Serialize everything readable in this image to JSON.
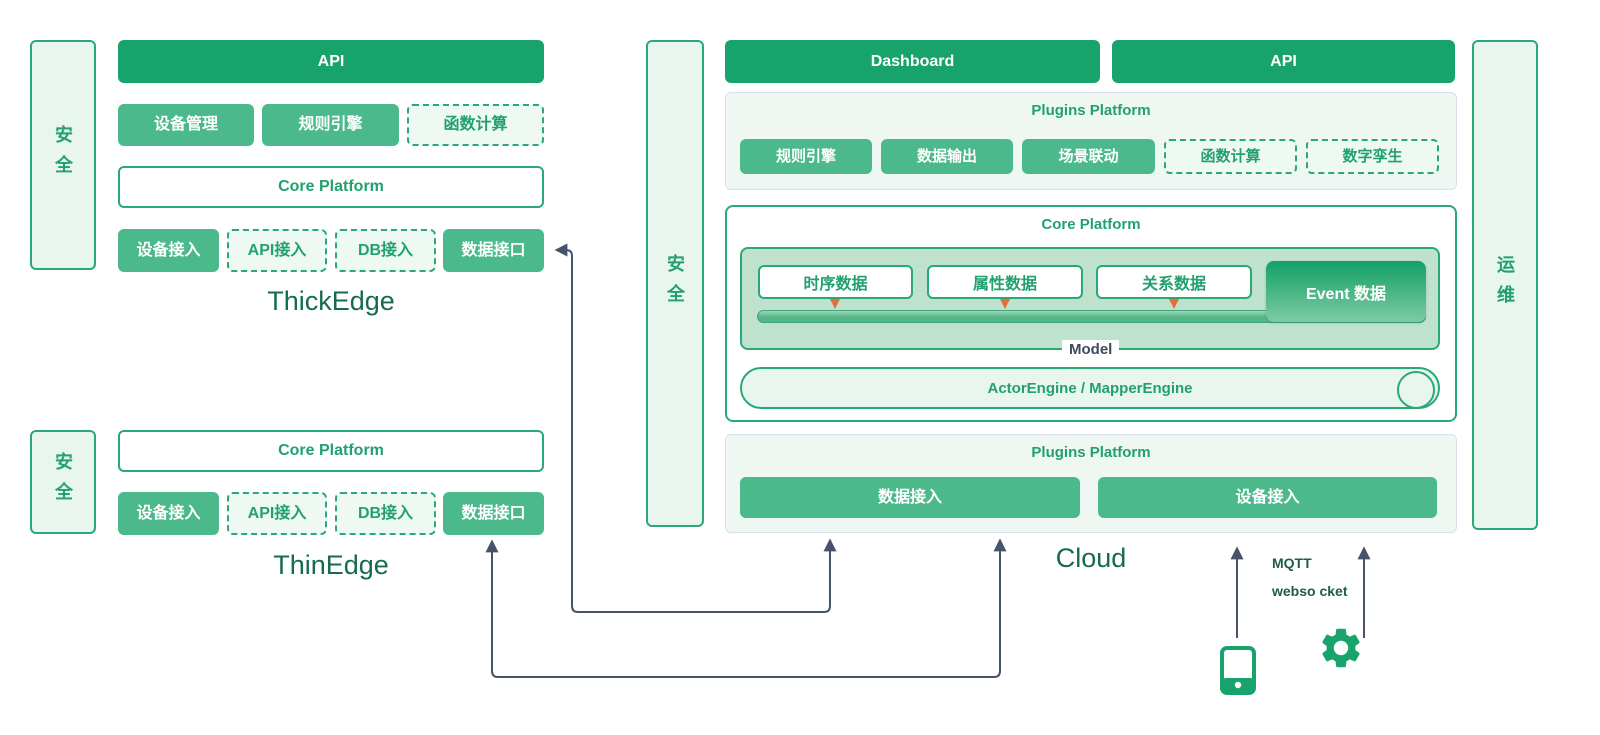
{
  "labels": {
    "thickedge": "ThickEdge",
    "thinedge": "ThinEdge",
    "cloud": "Cloud"
  },
  "thickedge": {
    "security": "安全",
    "api": "API",
    "modules": [
      {
        "label": "设备管理",
        "style": "solid"
      },
      {
        "label": "规则引擎",
        "style": "solid"
      },
      {
        "label": "函数计算",
        "style": "dashed"
      }
    ],
    "core": "Core Platform",
    "access": [
      {
        "label": "设备接入",
        "style": "solid"
      },
      {
        "label": "API接入",
        "style": "dashed"
      },
      {
        "label": "DB接入",
        "style": "dashed"
      },
      {
        "label": "数据接口",
        "style": "solid"
      }
    ]
  },
  "thinedge": {
    "security": "安全",
    "core": "Core Platform",
    "access": [
      {
        "label": "设备接入",
        "style": "solid"
      },
      {
        "label": "API接入",
        "style": "dashed"
      },
      {
        "label": "DB接入",
        "style": "dashed"
      },
      {
        "label": "数据接口",
        "style": "solid"
      }
    ]
  },
  "cloud": {
    "security": "安全",
    "ops": "运维",
    "dashboard": "Dashboard",
    "api": "API",
    "plugins_top": {
      "title": "Plugins Platform",
      "items": [
        {
          "label": "规则引擎",
          "style": "solid"
        },
        {
          "label": "数据输出",
          "style": "solid"
        },
        {
          "label": "场景联动",
          "style": "solid"
        },
        {
          "label": "函数计算",
          "style": "dashed"
        },
        {
          "label": "数字孪生",
          "style": "dashed"
        }
      ]
    },
    "core": {
      "title": "Core Platform",
      "model": {
        "boxes": [
          "时序数据",
          "属性数据",
          "关系数据"
        ],
        "event": "Event 数据",
        "label": "Model"
      },
      "engine": "ActorEngine / MapperEngine"
    },
    "plugins_bottom": {
      "title": "Plugins Platform",
      "items": [
        {
          "label": "数据接入"
        },
        {
          "label": "设备接入"
        }
      ]
    }
  },
  "annotations": {
    "mqtt": "MQTT",
    "websocket": "webso cket"
  },
  "icons": {
    "device": "phone-icon",
    "service": "gear-icon"
  },
  "colors": {
    "dark_green": "#18a36d",
    "medium_green": "#4bb98c",
    "border_green": "#2ba878",
    "light_green_fill": "#e9f6ef",
    "container_fill": "#eef7f2",
    "model_fill": "#bfe2cf",
    "event_gradient_top": "#12a066",
    "event_gradient_bottom": "#7ecba4",
    "arrow": "#46536a",
    "mini_arrow_orange": "#e2703a",
    "model_label_text": "#3b4a5e",
    "section_label_text": "#176b4f",
    "annotation_text": "#1f5c42"
  }
}
